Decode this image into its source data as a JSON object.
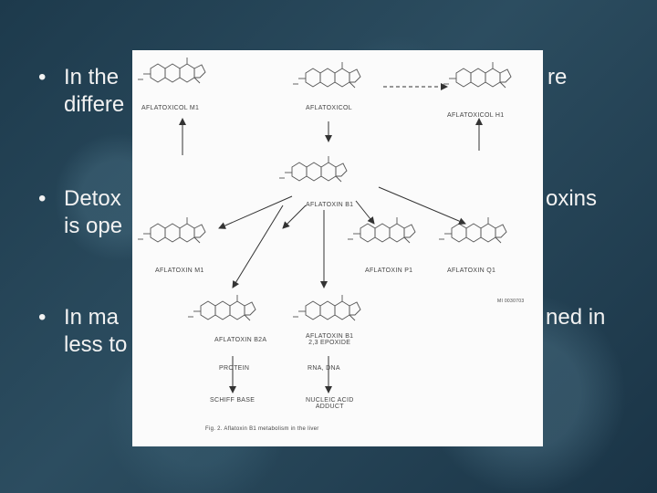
{
  "slide": {
    "bullet1": {
      "line1_left": "In the",
      "line1_right": "re",
      "line2": "differe"
    },
    "bullet2": {
      "line1_left": "Detox",
      "line1_right": "oxins",
      "line2": "is ope"
    },
    "bullet3": {
      "line1_left": "In ma",
      "line1_right": "ned in",
      "line2": "less to"
    }
  },
  "figure": {
    "labels": {
      "aflatoxicol_m1": "AFLATOXICOL M1",
      "aflatoxicol": "AFLATOXICOL",
      "aflatoxicol_h1": "AFLATOXICOL H1",
      "aflatoxin_b1": "AFLATOXIN B1",
      "aflatoxin_m1": "AFLATOXIN M1",
      "aflatoxin_p1": "AFLATOXIN P1",
      "aflatoxin_q1": "AFLATOXIN Q1",
      "aflatoxin_b2a": "AFLATOXIN B2A",
      "aflatoxin_epoxide": "AFLATOXIN B1\n2,3 EPOXIDE",
      "protein": "PROTEIN",
      "rna_dna": "RNA, DNA",
      "schiff_base": "SCHIFF BASE",
      "nucleic_acid_adduct": "NUCLEIC ACID\nADDUCT",
      "caption": "Fig. 2. Aflatoxin B1 metabolism in the liver",
      "code": "MI 0030703"
    }
  }
}
